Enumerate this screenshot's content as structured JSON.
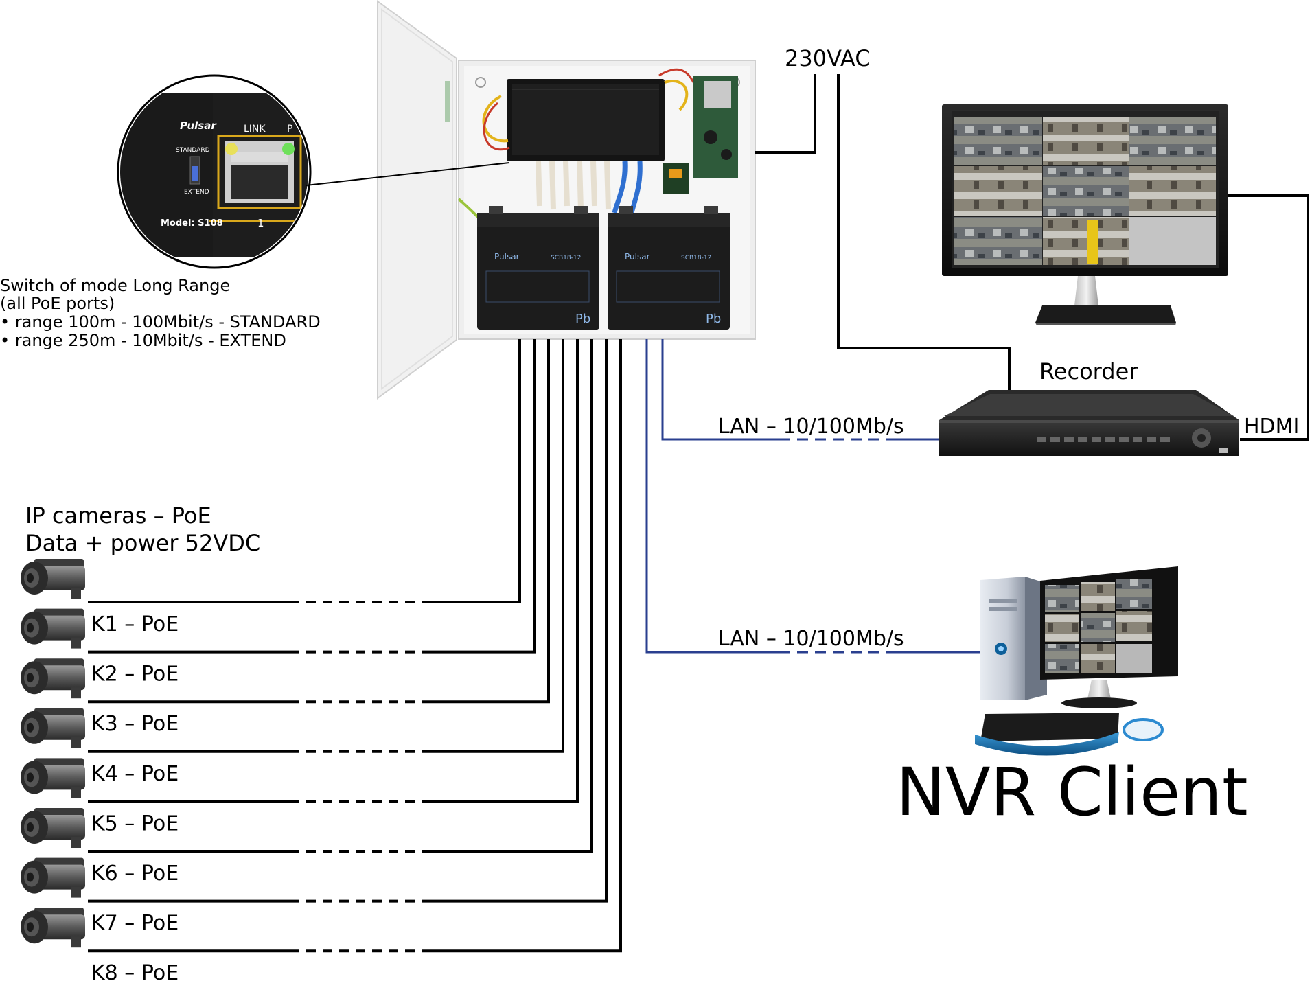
{
  "labels": {
    "power_supply": "230VAC",
    "recorder": "Recorder",
    "hdmi": "HDMI",
    "lan_recorder": "LAN – 10/100Mb/s",
    "lan_client": "LAN – 10/100Mb/s",
    "nvr_client": "NVR Client",
    "cameras_title": "IP cameras – PoE",
    "cameras_sub": "Data + power 52VDC"
  },
  "switch_note": {
    "line1": "Switch of mode Long Range",
    "line2": "(all PoE ports)",
    "line3": "• range 100m - 100Mbit/s - STANDARD",
    "line4": "• range 250m - 10Mbit/s - EXTEND"
  },
  "zoom": {
    "brand": "Pulsar",
    "link": "LINK",
    "port_partial": "P",
    "standard": "STANDARD",
    "extend": "EXTEND",
    "model": "Model: S108",
    "port_number": "1"
  },
  "battery": {
    "brand": "Pulsar",
    "model": "SCB18-12",
    "pb": "Pb"
  },
  "cameras": [
    {
      "label": "K1 – PoE"
    },
    {
      "label": "K2 – PoE"
    },
    {
      "label": "K3 – PoE"
    },
    {
      "label": "K4 – PoE"
    },
    {
      "label": "K5 – PoE"
    },
    {
      "label": "K6 – PoE"
    },
    {
      "label": "K7 – PoE"
    },
    {
      "label": "K8 – PoE"
    }
  ],
  "colors": {
    "wire": "#000000",
    "lan": "#2a3f8f",
    "enclosure": "#eeeeee",
    "battery": "#1e1e1e"
  }
}
